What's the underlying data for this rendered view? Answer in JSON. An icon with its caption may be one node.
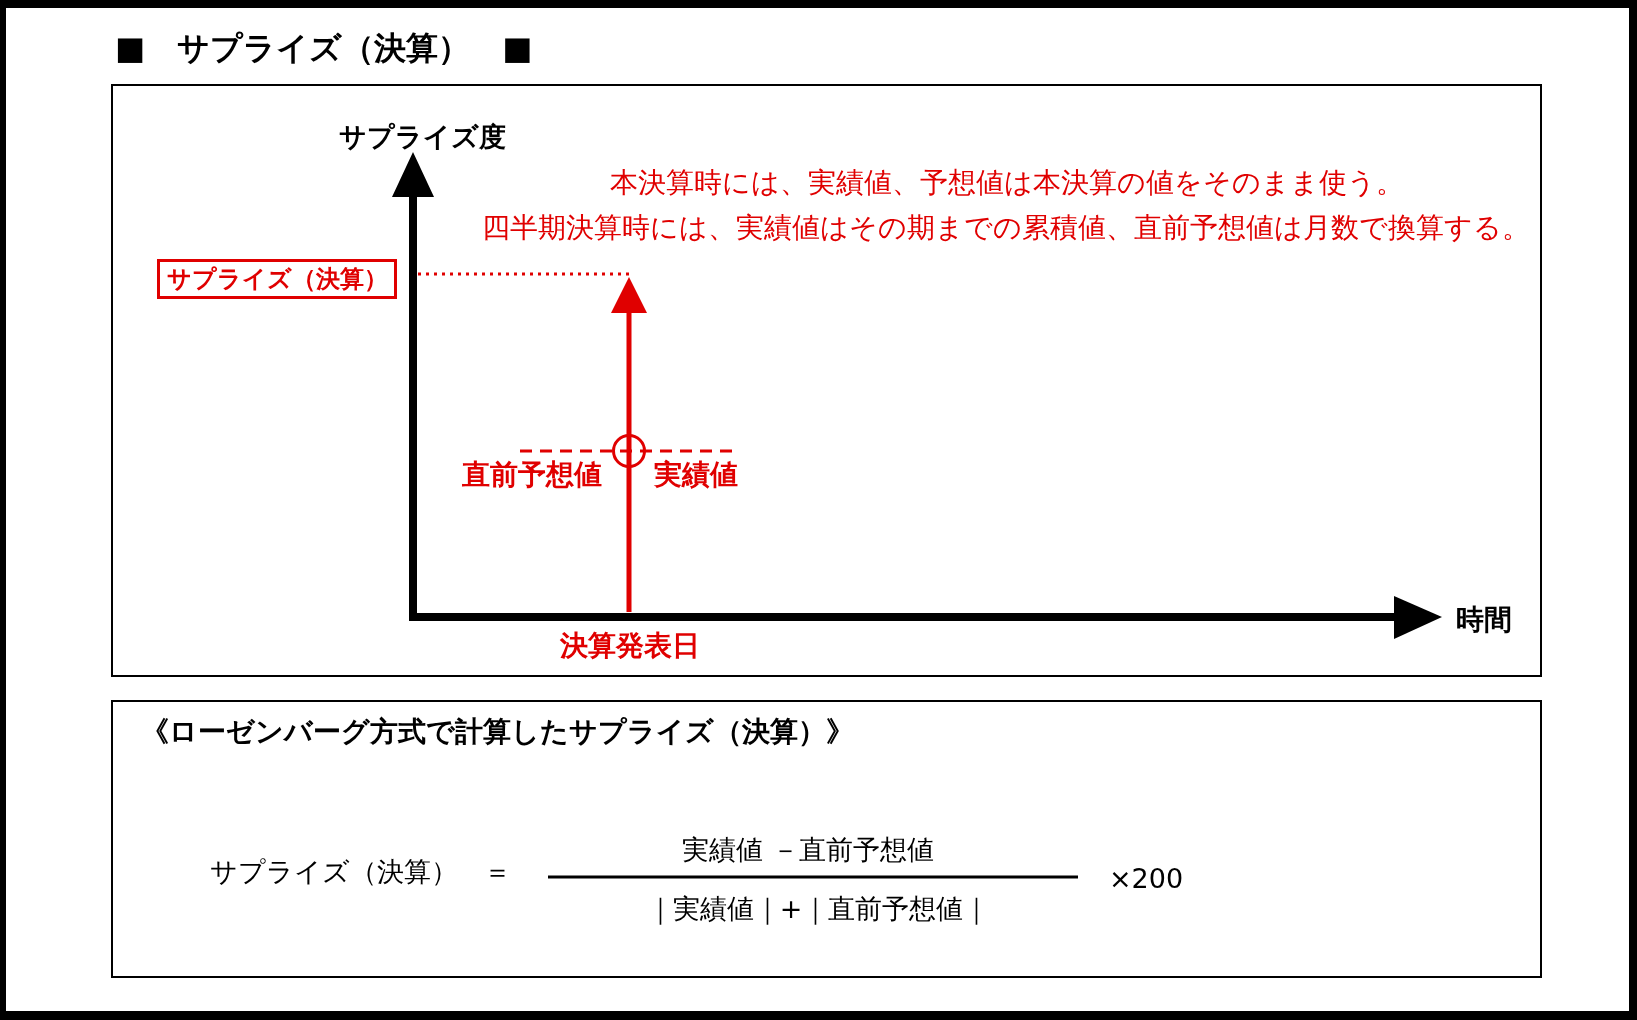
{
  "diagram": {
    "title": "■　サプライズ（決算）　■",
    "nodes": [
      {
        "text": [],
        "shape": "box"
      },
      {
        "text": [
          "サプライズ（決算）"
        ],
        "in": 0
      },
      {
        "text": [
          "《ローゼンバーグ方式で計算したサプライズ（決算）》",
          "サプライズ（決算）",
          "＝",
          "実績値 －直前予想値",
          "｜実績値｜+｜直前予想値｜",
          "×200"
        ]
      }
    ],
    "labels": [
      "サプライズ度",
      "本決算時には、実績値、予想値は本決算の値をそのまま使う。",
      "四半期決算時には、実績値はその期までの累積値、直前予想値は月数で換算する。",
      "直前予想値",
      "実績値",
      "時間",
      "決算発表日"
    ]
  }
}
